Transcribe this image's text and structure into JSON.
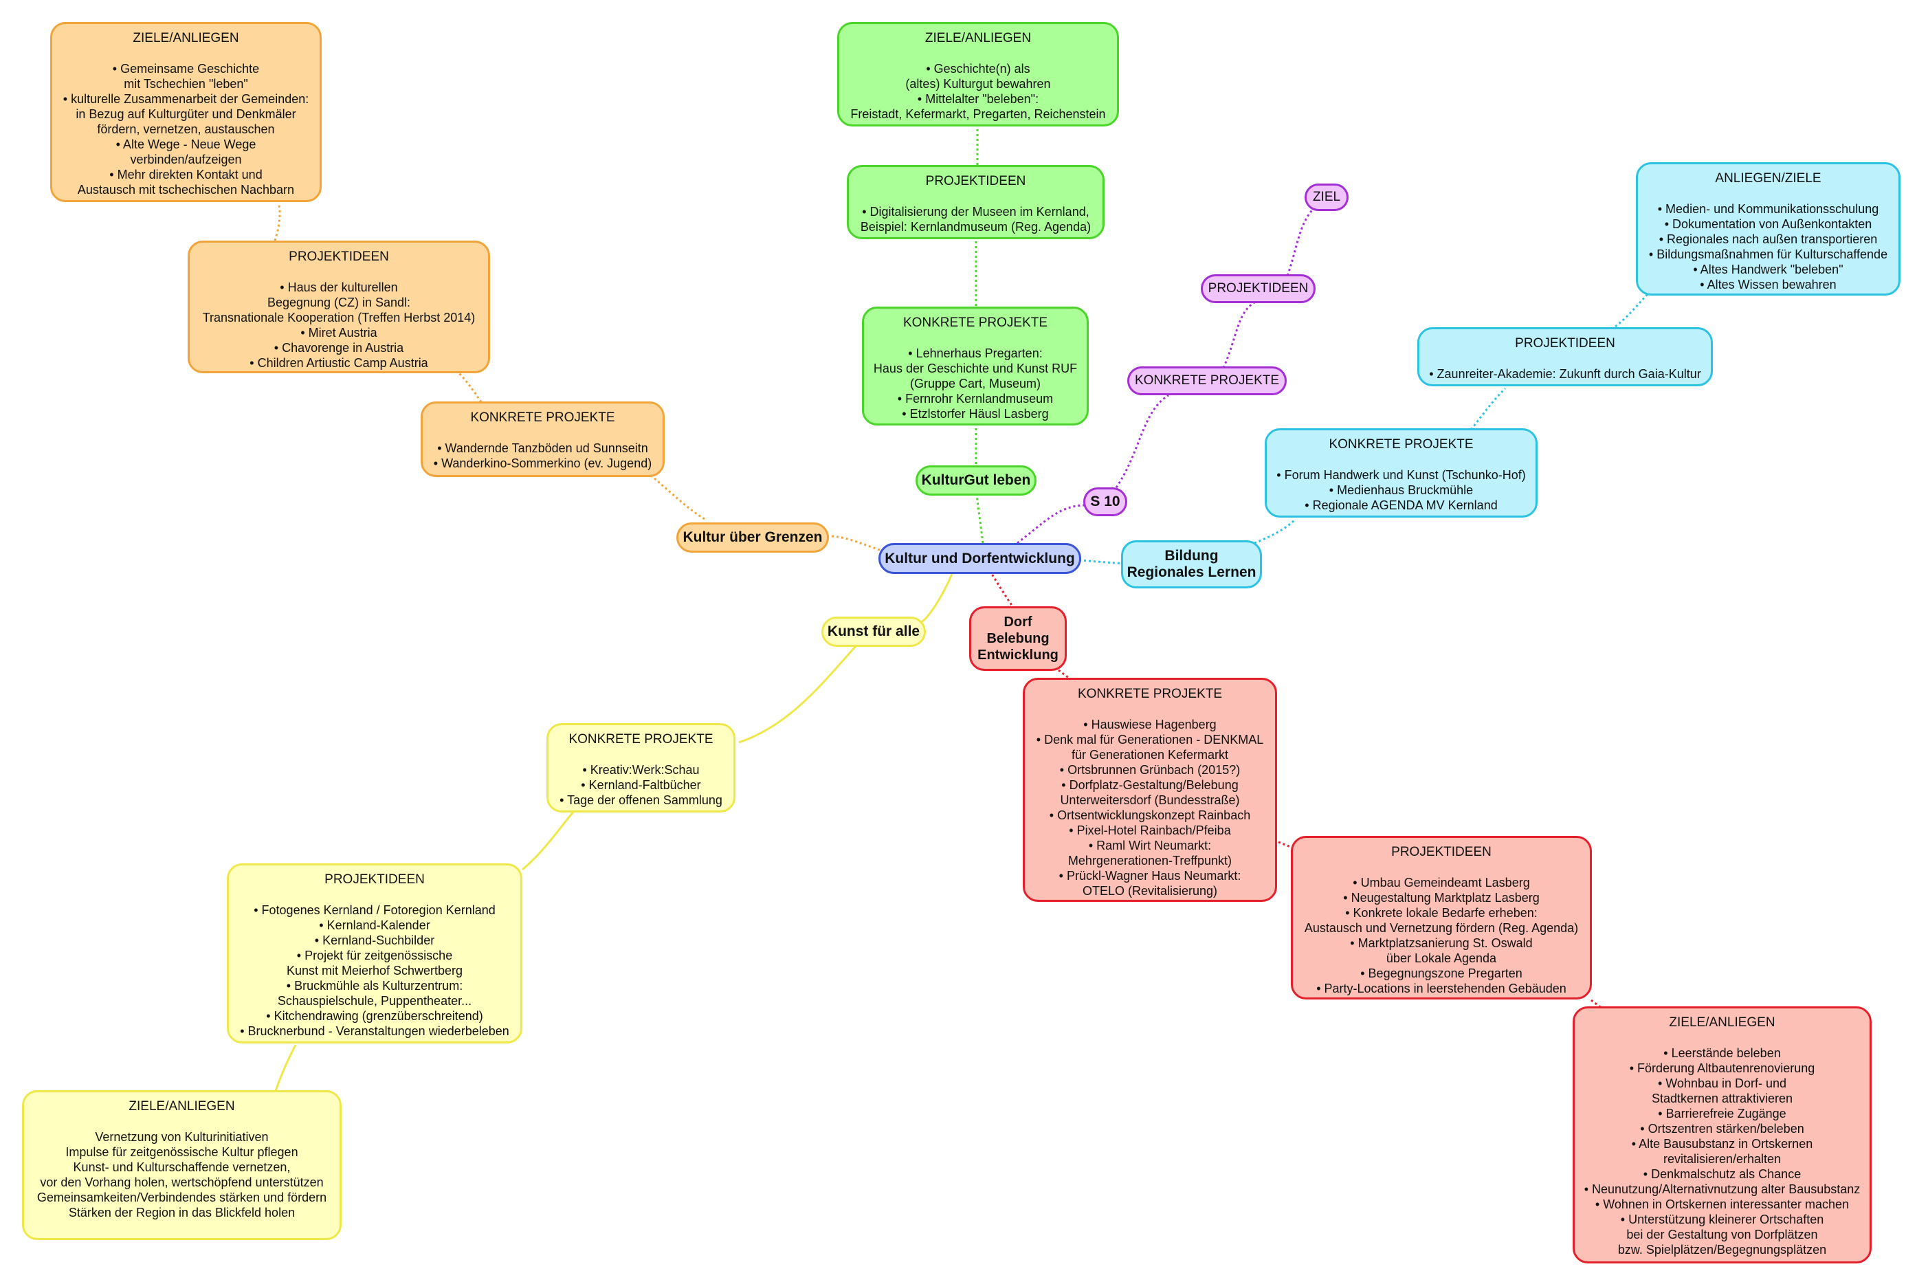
{
  "center": {
    "label": "Kultur und Dorfentwicklung"
  },
  "branches": {
    "grenzen": {
      "label": "Kultur über Grenzen",
      "ziele": {
        "title": "ZIELE/ANLIEGEN",
        "lines": [
          "• Gemeinsame Geschichte",
          "mit Tschechien \"leben\"",
          "• kulturelle Zusammenarbeit der Gemeinden:",
          "in Bezug auf Kulturgüter und Denkmäler",
          "fördern, vernetzen, austauschen",
          "• Alte Wege - Neue Wege",
          "verbinden/aufzeigen",
          "• Mehr direkten Kontakt und",
          "Austausch mit tschechischen Nachbarn"
        ]
      },
      "ideen": {
        "title": "PROJEKTIDEEN",
        "lines": [
          "• Haus der kulturellen",
          "Begegnung (CZ) in Sandl:",
          "Transnationale Kooperation (Treffen Herbst 2014)",
          "• Miret Austria",
          "• Chavorenge in Austria",
          "• Children Artiustic Camp Austria"
        ]
      },
      "projekte": {
        "title": "KONKRETE PROJEKTE",
        "lines": [
          "• Wandernde Tanzböden ud Sunnseitn",
          "• Wanderkino-Sommerkino (ev. Jugend)"
        ]
      }
    },
    "kulturgut": {
      "label": "KulturGut leben",
      "ziele": {
        "title": "ZIELE/ANLIEGEN",
        "lines": [
          "• Geschichte(n) als",
          "(altes) Kulturgut bewahren",
          "• Mittelalter \"beleben\":",
          "Freistadt, Kefermarkt, Pregarten, Reichenstein"
        ]
      },
      "ideen": {
        "title": "PROJEKTIDEEN",
        "lines": [
          "• Digitalisierung der Museen im Kernland,",
          "Beispiel: Kernlandmuseum (Reg. Agenda)"
        ]
      },
      "projekte": {
        "title": "KONKRETE PROJEKTE",
        "lines": [
          "• Lehnerhaus Pregarten:",
          "Haus der Geschichte und Kunst RUF",
          "(Gruppe Cart, Museum)",
          "• Fernrohr Kernlandmuseum",
          "• Etzlstorfer Häusl Lasberg"
        ]
      }
    },
    "s10": {
      "label": "S 10",
      "projekte": "KONKRETE PROJEKTE",
      "ideen": "PROJEKTIDEEN",
      "ziel": "ZIEL"
    },
    "bildung": {
      "label_line1": "Bildung",
      "label_line2": "Regionales Lernen",
      "projekte": {
        "title": "KONKRETE PROJEKTE",
        "lines": [
          "• Forum Handwerk und Kunst (Tschunko-Hof)",
          "• Medienhaus Bruckmühle",
          "• Regionale AGENDA MV Kernland"
        ]
      },
      "ideen": {
        "title": "PROJEKTIDEEN",
        "lines": [
          "• Zaunreiter-Akademie: Zukunft durch Gaia-Kultur"
        ]
      },
      "ziele": {
        "title": "ANLIEGEN/ZIELE",
        "lines": [
          "• Medien- und Kommunikationsschulung",
          "• Dokumentation von Außenkontakten",
          "• Regionales nach außen transportieren",
          "• Bildungsmaßnahmen für Kulturschaffende",
          "• Altes Handwerk \"beleben\"",
          "• Altes Wissen bewahren"
        ]
      }
    },
    "dorf": {
      "label_lines": [
        "Dorf",
        "Belebung",
        "Entwicklung"
      ],
      "projekte": {
        "title": "KONKRETE PROJEKTE",
        "lines": [
          "• Hauswiese Hagenberg",
          "• Denk mal für Generationen - DENKMAL",
          "für Generationen Kefermarkt",
          "• Ortsbrunnen Grünbach (2015?)",
          "• Dorfplatz-Gestaltung/Belebung",
          "Unterweitersdorf (Bundesstraße)",
          "• Ortsentwicklungskonzept Rainbach",
          "• Pixel-Hotel Rainbach/Pfeiba",
          "• Raml Wirt Neumarkt:",
          "Mehrgenerationen-Treffpunkt)",
          "• Prückl-Wagner Haus Neumarkt:",
          "OTELO (Revitalisierung)"
        ]
      },
      "ideen": {
        "title": "PROJEKTIDEEN",
        "lines": [
          "• Umbau Gemeindeamt Lasberg",
          "• Neugestaltung Marktplatz Lasberg",
          "• Konkrete lokale Bedarfe erheben:",
          "Austausch und Vernetzung fördern (Reg. Agenda)",
          "• Marktplatzsanierung St. Oswald",
          "über Lokale Agenda",
          "• Begegnungszone Pregarten",
          "• Party-Locations in leerstehenden Gebäuden"
        ]
      },
      "ziele": {
        "title": "ZIELE/ANLIEGEN",
        "lines": [
          "• Leerstände beleben",
          "• Förderung Altbautenrenovierung",
          "• Wohnbau in Dorf- und",
          "Stadtkernen attraktivieren",
          "• Barrierefreie Zugänge",
          "• Ortszentren stärken/beleben",
          "• Alte Bausubstanz in Ortskernen",
          "revitalisieren/erhalten",
          "• Denkmalschutz als Chance",
          "• Neunutzung/Alternativnutzung alter Bausubstanz",
          "• Wohnen in Ortskernen interessanter machen",
          "• Unterstützung kleinerer Ortschaften",
          "bei der Gestaltung von Dorfplätzen",
          "bzw. Spielplätzen/Begegnungsplätzen"
        ]
      }
    },
    "kunst": {
      "label": "Kunst für alle",
      "projekte": {
        "title": "KONKRETE PROJEKTE",
        "lines": [
          "• Kreativ:Werk:Schau",
          "• Kernland-Faltbücher",
          "• Tage der offenen Sammlung"
        ]
      },
      "ideen": {
        "title": "PROJEKTIDEEN",
        "lines": [
          "• Fotogenes Kernland / Fotoregion Kernland",
          "• Kernland-Kalender",
          "• Kernland-Suchbilder",
          "• Projekt für zeitgenössische",
          "Kunst mit Meierhof Schwertberg",
          "• Bruckmühle als Kulturzentrum:",
          "Schauspielschule, Puppentheater...",
          "• Kitchendrawing (grenzüberschreitend)",
          "• Brucknerbund - Veranstaltungen wiederbeleben"
        ]
      },
      "ziele": {
        "title": "ZIELE/ANLIEGEN",
        "lines": [
          "Vernetzung von Kulturinitiativen",
          "Impulse für zeitgenössische Kultur pflegen",
          "Kunst- und Kulturschaffende vernetzen,",
          "vor den Vorhang holen, wertschöpfend unterstützen",
          "Gemeinsamkeiten/Verbindendes stärken und fördern",
          "Stärken der Region in das Blickfeld holen"
        ]
      }
    }
  },
  "colors": {
    "orange": "#f0a43a",
    "green": "#4bd52a",
    "purple": "#a42fd6",
    "cyan": "#2cc3e3",
    "red": "#e5202c",
    "yellow": "#efe84a",
    "blue": "#3a55d6"
  }
}
